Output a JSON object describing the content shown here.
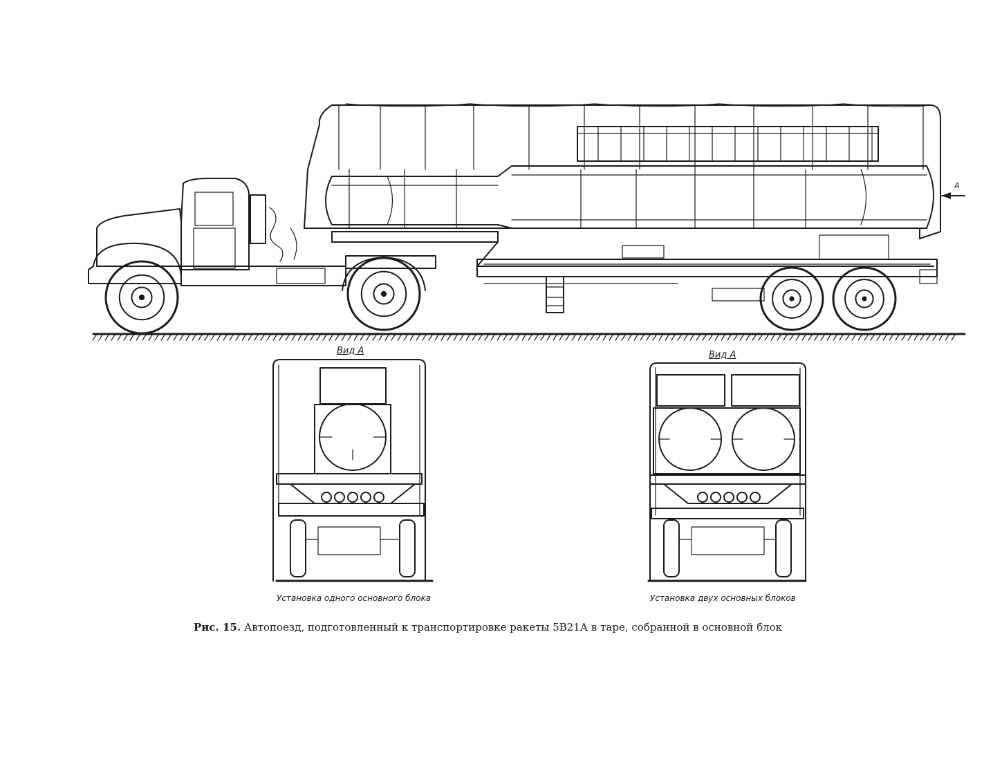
{
  "figure": {
    "caption_prefix": "Рис. 15.",
    "caption_text": "Автопоезд, подготовленный к транспортировке ракеты 5В21А в таре, собранной в основной блок",
    "direction_marker": "А"
  },
  "views": [
    {
      "title": "Вид А",
      "subtitle": "Установка одного основного блока"
    },
    {
      "title": "Вид А",
      "subtitle": "Установка двух основных блоков"
    }
  ]
}
